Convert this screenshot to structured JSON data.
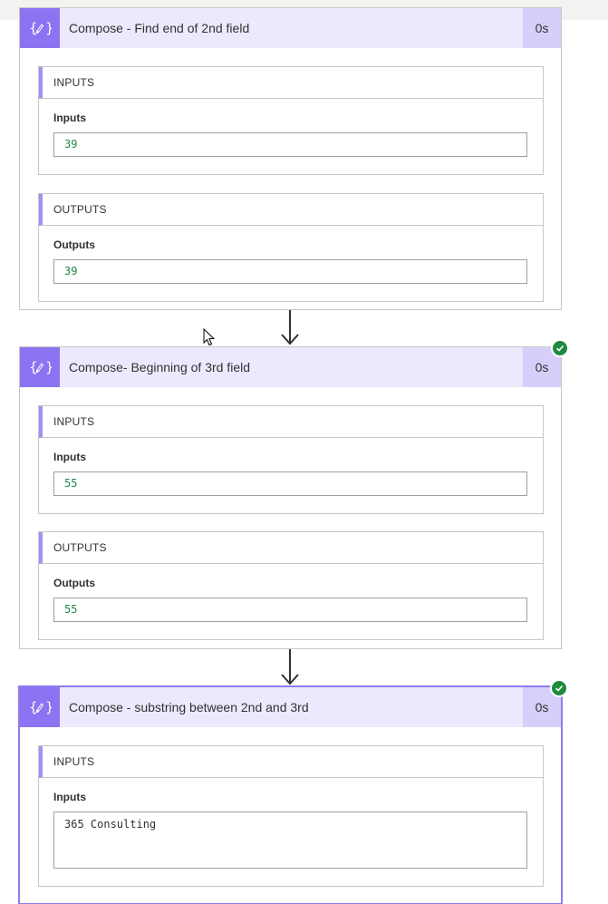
{
  "cards": [
    {
      "title": "Compose - Find end of 2nd field",
      "duration": "0s",
      "inputs_header": "INPUTS",
      "inputs_label": "Inputs",
      "inputs_value": "39",
      "outputs_header": "OUTPUTS",
      "outputs_label": "Outputs",
      "outputs_value": "39"
    },
    {
      "title": "Compose- Beginning of 3rd field",
      "duration": "0s",
      "inputs_header": "INPUTS",
      "inputs_label": "Inputs",
      "inputs_value": "55",
      "outputs_header": "OUTPUTS",
      "outputs_label": "Outputs",
      "outputs_value": "55"
    },
    {
      "title": "Compose - substring between 2nd and 3rd",
      "duration": "0s",
      "inputs_header": "INPUTS",
      "inputs_label": "Inputs",
      "inputs_value": "365 Consulting"
    }
  ],
  "icons": {
    "action": "compose-icon",
    "status": "success-check-icon",
    "connector": "arrow-down-icon",
    "pointer": "mouse-cursor-icon"
  },
  "colors": {
    "header_bg": "#ece9fe",
    "icon_bg": "#8c73f1",
    "duration_bg": "#d6cffa",
    "success": "#1e8a3e",
    "value_number": "#1f8a4c",
    "selected_border": "#8f7bf0"
  }
}
